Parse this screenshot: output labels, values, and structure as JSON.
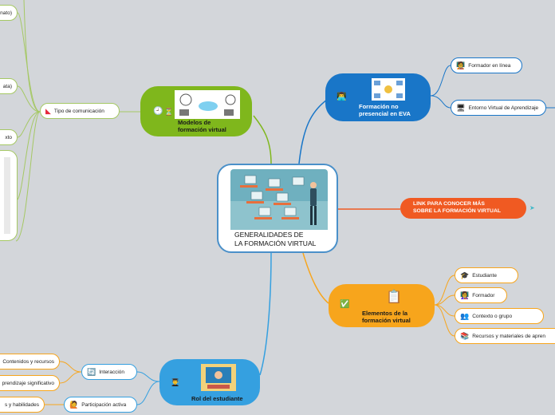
{
  "central": {
    "line1": "GENERALIDADES DE",
    "line2": "LA FORMACIÓN VIRTUAL"
  },
  "modelos": {
    "line1": "Modelos de",
    "line2": "formación virtual",
    "tipo_comunicacion": "Tipo de comunicación",
    "clipped": [
      "nato)",
      "ata)",
      "xto"
    ]
  },
  "formacion": {
    "line1": "Formación no",
    "line2": "presencial en EVA",
    "children": [
      "Formador en línea",
      "Entorno Virtual de Aprendizaje"
    ]
  },
  "link": {
    "line1": "LINK PARA CONOCER MÁS",
    "line2": "SOBRE LA FORMACIÓN VIRTUAL"
  },
  "elementos": {
    "line1": "Elementos de la",
    "line2": "formación virtual",
    "children": [
      "Estudiante",
      "Formador",
      "Contexto o grupo",
      "Recursos y materiales de apren"
    ]
  },
  "rol": {
    "label": "Rol del estudiante",
    "interaccion": "Interacción",
    "participacion": "Participación activa",
    "sub": [
      "Contenidos y recursos",
      "prendizaje significativo",
      "s y habilidades"
    ]
  },
  "colors": {
    "green": "#7fb71c",
    "blue": "#1976c8",
    "orange": "#f7a51c",
    "red": "#f05a22",
    "sky": "#35a0e0"
  }
}
